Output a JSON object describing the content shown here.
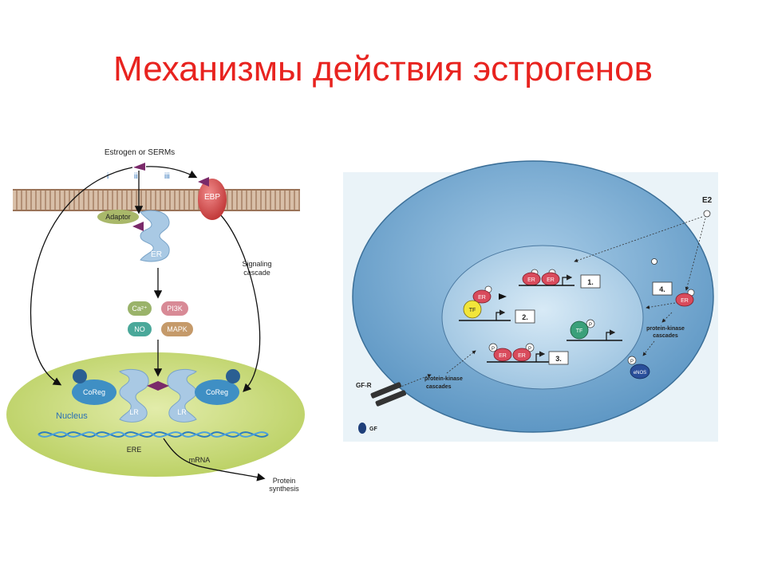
{
  "slide": {
    "title": "Механизмы действия эстрогенов"
  },
  "left_diagram": {
    "ligand": "Estrogen or SERMs",
    "pathways": [
      "i",
      "ii",
      "iii"
    ],
    "ebp": "EBP",
    "adaptor": "Adaptor",
    "er": "ER",
    "signaling": [
      "Signaling",
      "cascade"
    ],
    "mediators": [
      "Ca²⁺",
      "PI3K",
      "NO",
      "MAPK"
    ],
    "coreg": "CoReg",
    "lr": "LR",
    "nucleus": "Nucleus",
    "ere": "ERE",
    "mrna": "mRNA",
    "protein": [
      "Protein",
      "synthesis"
    ]
  },
  "right_diagram": {
    "e2": "E2",
    "er": "ER",
    "tf": "TF",
    "p": "P",
    "steps": [
      "1.",
      "2.",
      "3.",
      "4."
    ],
    "cyto_cascade": [
      "protein-kinase",
      "cascades"
    ],
    "membrane_cascade": [
      "protein-kinase",
      "cascades"
    ],
    "gfr": "GF-R",
    "gf": "GF",
    "enos": "eNOS"
  },
  "colors": {
    "title": "#e8231f",
    "cell_fill": "#7fb3d8",
    "nucleus_fill": "#c9da7a",
    "membrane": "#c9a98f",
    "er_pink": "#d94b5c",
    "tf_yellow": "#f2e53a",
    "tf_green": "#3aa07a"
  }
}
